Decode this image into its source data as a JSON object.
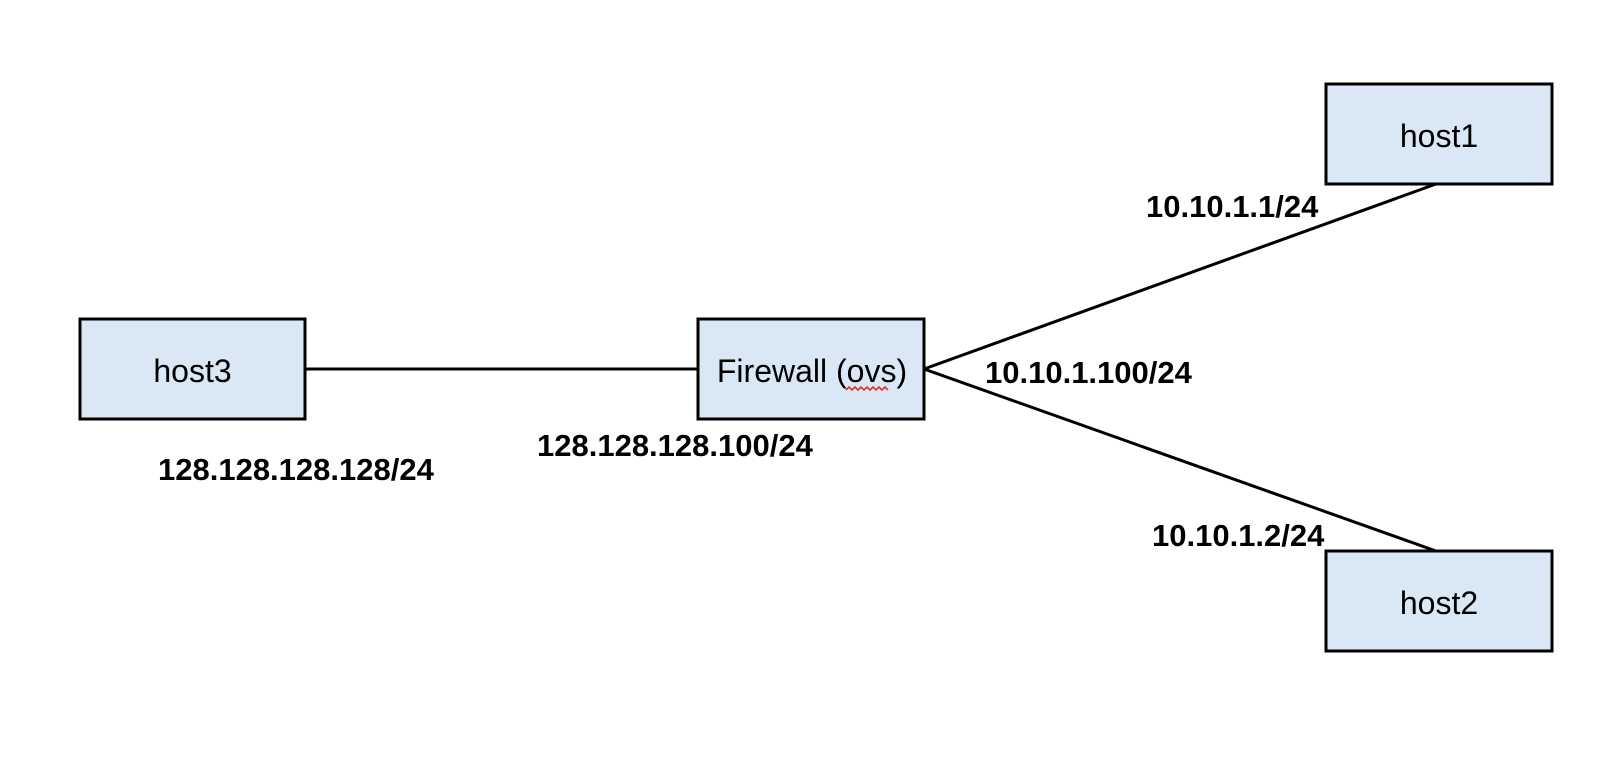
{
  "colors": {
    "box_fill": "#dae7f4",
    "box_stroke": "#000000",
    "link_stroke": "#000000",
    "background": "#ffffff",
    "spellcheck_underline": "#e0332a"
  },
  "nodes": {
    "host3": {
      "label": "host3"
    },
    "firewall": {
      "label": "Firewall (ovs)"
    },
    "host1": {
      "label": "host1"
    },
    "host2": {
      "label": "host2"
    }
  },
  "links": [
    {
      "from": "host3",
      "to": "firewall"
    },
    {
      "from": "firewall",
      "to": "host1"
    },
    {
      "from": "firewall",
      "to": "host2"
    }
  ],
  "addresses": {
    "host3": "128.128.128.128/24",
    "firewall_external": "128.128.128.100/24",
    "firewall_internal": "10.10.1.100/24",
    "host1": "10.10.1.1/24",
    "host2": "10.10.1.2/24"
  }
}
